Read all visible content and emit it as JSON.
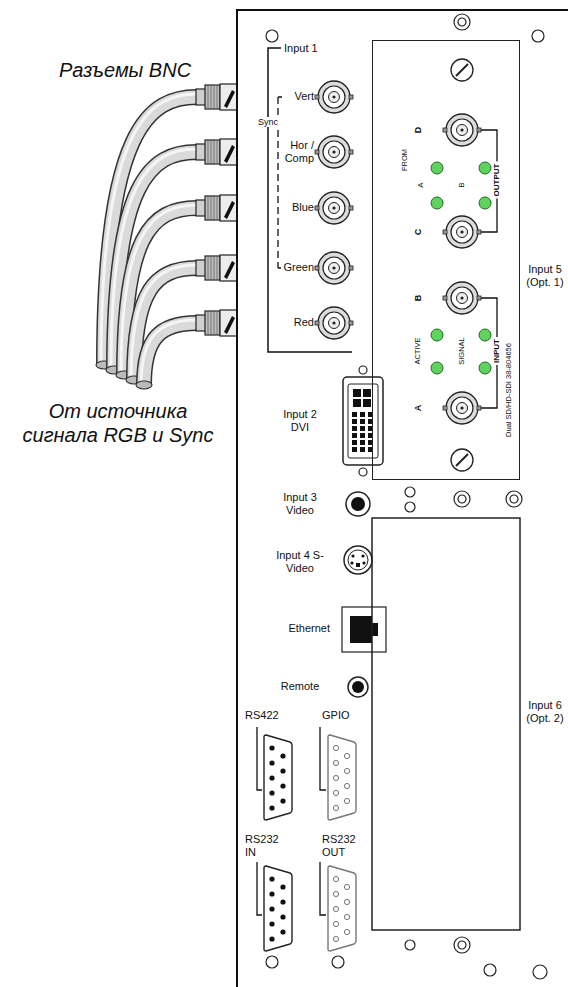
{
  "diagram": {
    "nodes": [
      {
        "text": [
          "D",
          "FROM",
          "A",
          "B",
          "OUTPUT",
          "C",
          "B",
          "ACTIVE",
          "SIGNAL",
          "INPUT",
          "A",
          "Dual SD/HD-SDI 38-804656"
        ]
      }
    ],
    "labels": [
      "Разъемы BNC",
      "От источника сигнала RGB и Sync",
      "Input 1",
      "Vert",
      "Sync",
      "Hor / Comp",
      "Blue",
      "Green",
      "Red",
      "Input 2 DVI",
      "Input 3 Video",
      "Input 4 S-Video",
      "Ethernet",
      "Remote",
      "RS422",
      "GPIO",
      "RS232 IN",
      "RS232 OUT",
      "Input 5 (Opt. 1)",
      "Input 6 (Opt. 2)"
    ]
  }
}
